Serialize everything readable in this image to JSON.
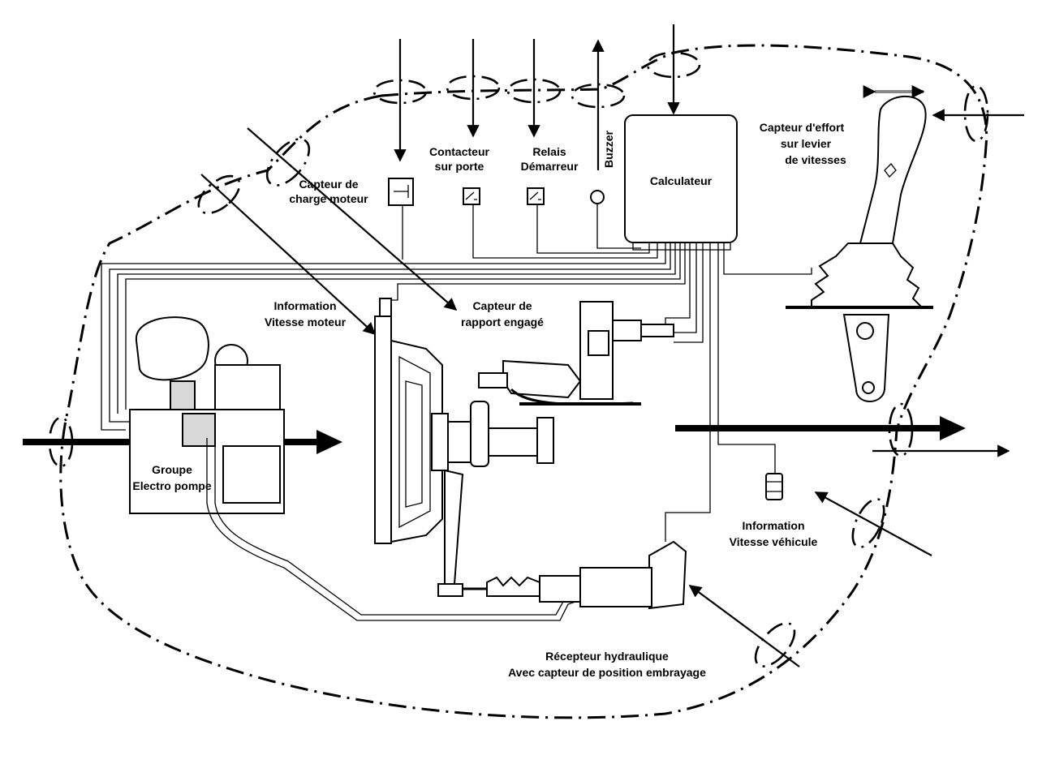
{
  "labels": {
    "charge_line1": "Capteur de",
    "charge_line2": "charge moteur",
    "contacteur_line1": "Contacteur",
    "contacteur_line2": "sur porte",
    "relais_line1": "Relais",
    "relais_line2": "Démarreur",
    "buzzer": "Buzzer",
    "calculateur": "Calculateur",
    "effort_line1": "Capteur d'effort",
    "effort_line2": "sur levier",
    "effort_line3": "de vitesses",
    "vitesse_moteur_line1": "Information",
    "vitesse_moteur_line2": "Vitesse moteur",
    "rapport_line1": "Capteur de",
    "rapport_line2": "rapport engagé",
    "groupe_line1": "Groupe",
    "groupe_line2": "Electro pompe",
    "vitesse_vehicule_line1": "Information",
    "vitesse_vehicule_line2": "Vitesse véhicule",
    "recepteur_line1": "Récepteur hydraulique",
    "recepteur_line2": "Avec capteur de position embrayage"
  }
}
